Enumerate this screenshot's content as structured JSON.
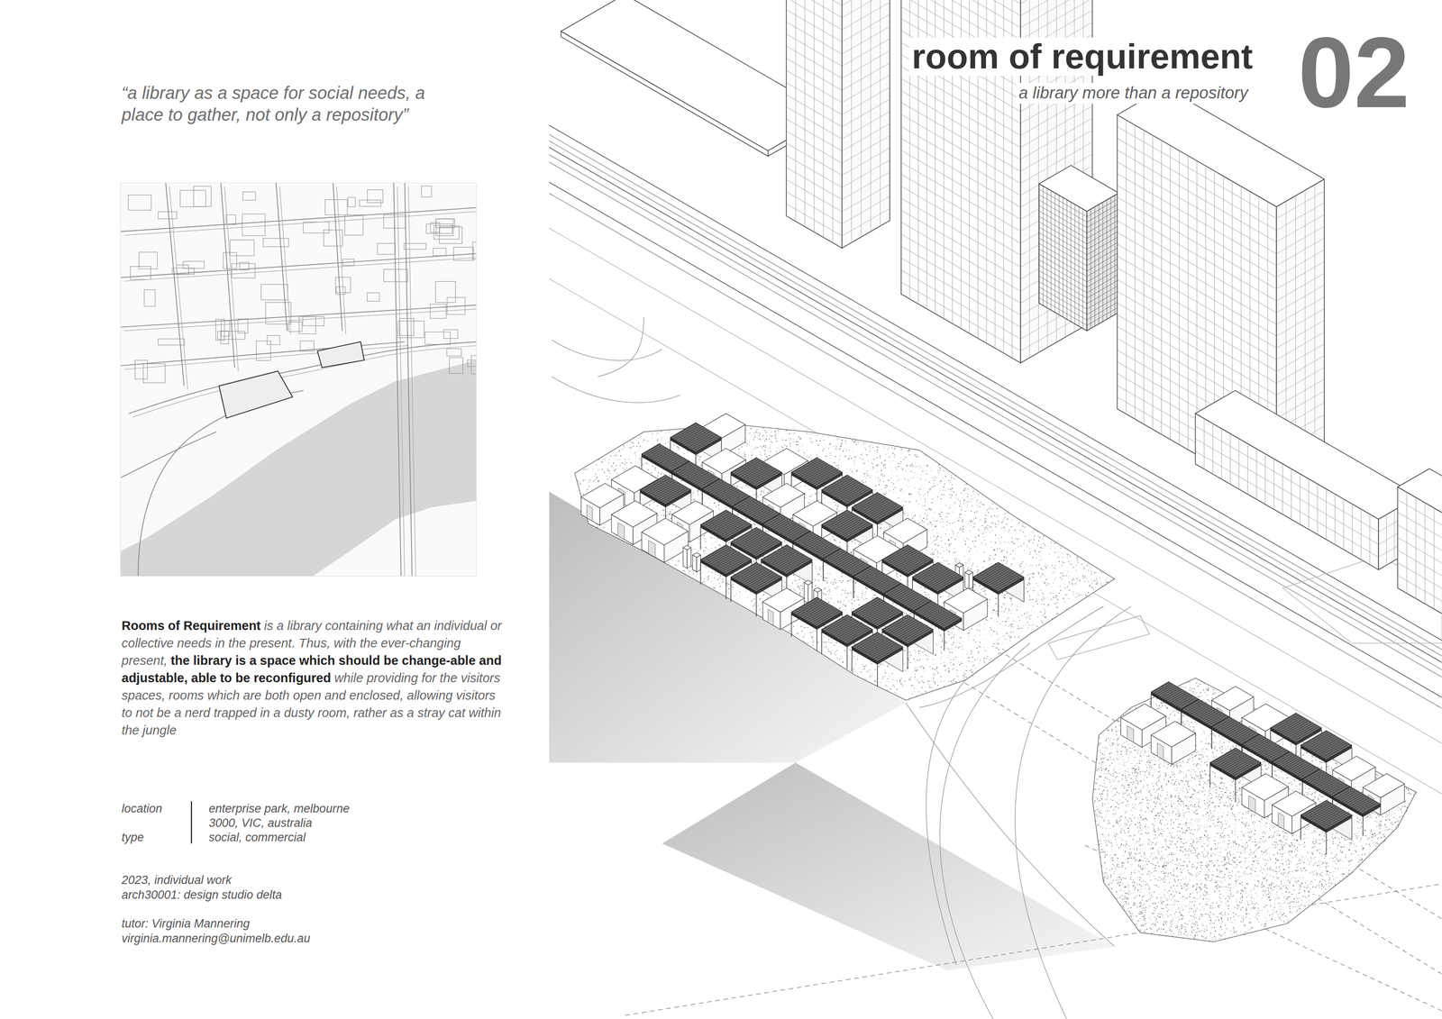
{
  "diagram": {
    "title": "room of requirement",
    "labels": [
      "a library more than a repository",
      "02",
      "“a library as a space for social needs, a place to gather, not only a repository”",
      "Rooms of Requirement",
      "is a library containing what an individual or collective needs in the present. Thus, with the ever-changing present,",
      "the library is a space which should be change-able and adjustable, able to be reconfigured",
      "while providing for the visitors spaces, rooms which are both open and enclosed, allowing visitors to not be a nerd trapped in a dusty room, rather as a stray cat within the jungle",
      "location",
      "enterprise park, melbourne 3000, VIC, australia",
      "type",
      "social, commercial",
      "2023, individual work",
      "arch30001: design studio delta",
      "tutor: Virginia Mannering",
      "virginia.mannering@unimelb.edu.au"
    ]
  }
}
